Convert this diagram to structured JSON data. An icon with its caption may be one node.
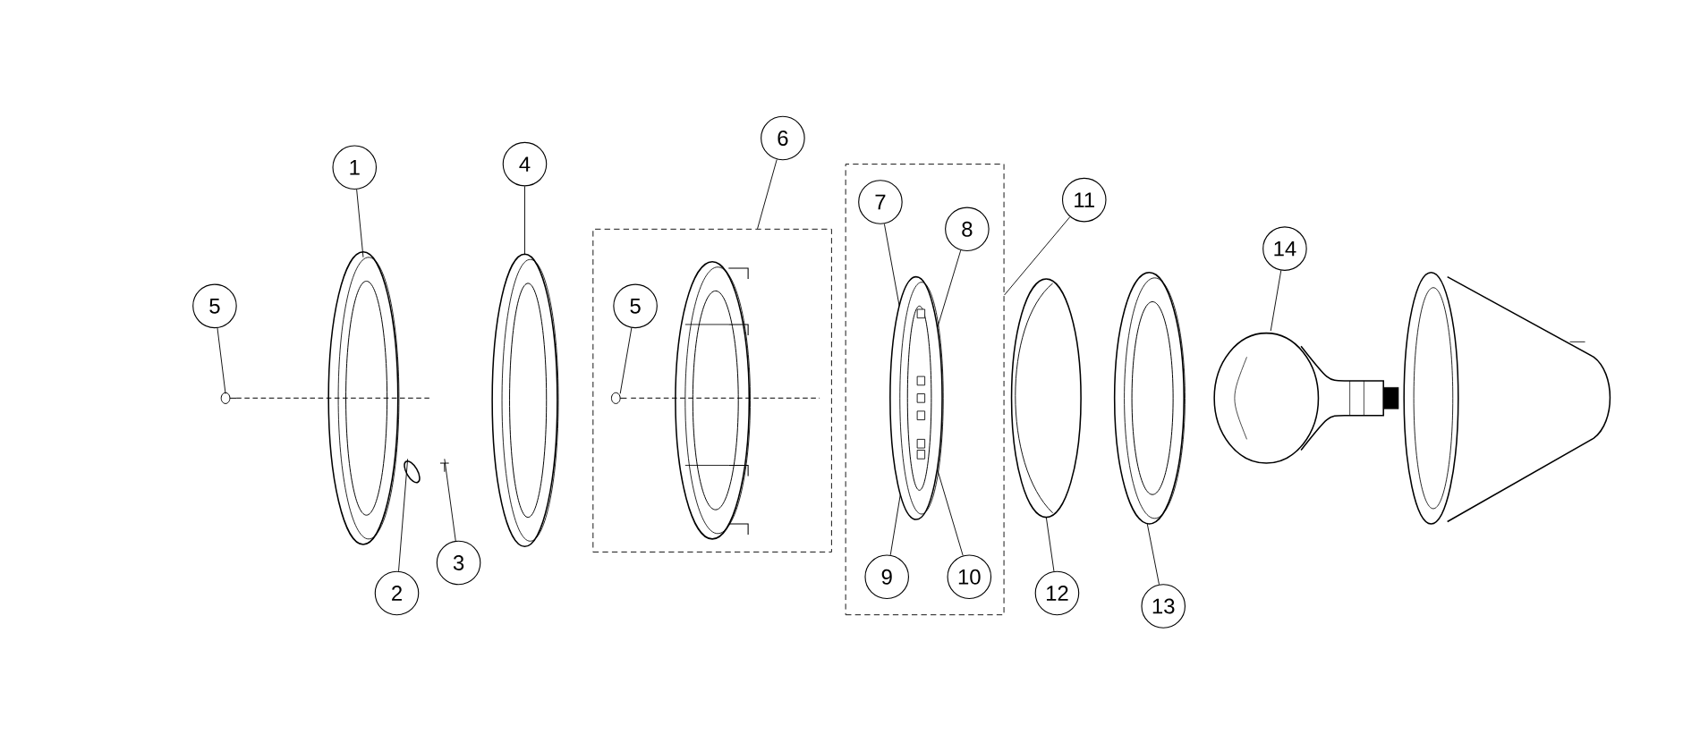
{
  "diagram": {
    "nodes": [
      {
        "text": [
          "1"
        ]
      },
      {
        "text": [
          "5"
        ]
      },
      {
        "text": [],
        "shape": "picture"
      },
      {
        "text": [],
        "shape": "picture"
      },
      {
        "text": [],
        "shape": "picture"
      },
      {
        "text": [],
        "shape": "picture"
      },
      {
        "text": [
          "2"
        ]
      },
      {
        "text": [
          "3"
        ]
      },
      {
        "text": [
          "4"
        ]
      },
      {
        "text": [],
        "shape": "picture"
      },
      {
        "text": [
          "6"
        ]
      },
      {
        "text": [],
        "shape": "box"
      },
      {
        "text": [
          "5"
        ],
        "in": 11
      },
      {
        "text": [],
        "shape": "picture",
        "in": 11
      },
      {
        "text": [],
        "shape": "box"
      },
      {
        "text": [
          "7"
        ],
        "in": 14
      },
      {
        "text": [
          "8"
        ],
        "in": 14
      },
      {
        "text": [],
        "shape": "picture",
        "in": 14
      },
      {
        "text": [
          "9"
        ],
        "in": 14
      },
      {
        "text": [
          "10"
        ],
        "in": 14
      },
      {
        "text": [
          "11"
        ]
      },
      {
        "text": [],
        "shape": "picture"
      },
      {
        "text": [
          "12"
        ]
      },
      {
        "text": [],
        "shape": "picture"
      },
      {
        "text": [
          "13"
        ]
      },
      {
        "text": [
          "14"
        ]
      },
      {
        "text": [],
        "shape": "picture"
      }
    ],
    "edges": [
      {
        "from": 0,
        "to": 2,
        "arrow": "none"
      },
      {
        "from": 1,
        "to": 3,
        "arrow": "none"
      },
      {
        "from": 6,
        "to": 4,
        "arrow": "none"
      },
      {
        "from": 7,
        "to": 5,
        "arrow": "none"
      },
      {
        "from": 8,
        "to": 9,
        "arrow": "none"
      },
      {
        "from": 10,
        "to": 11,
        "arrow": "none"
      },
      {
        "from": 12,
        "to": 13,
        "arrow": "none"
      },
      {
        "from": 15,
        "to": 17,
        "arrow": "none"
      },
      {
        "from": 16,
        "to": 17,
        "arrow": "none"
      },
      {
        "from": 18,
        "to": 17,
        "arrow": "none"
      },
      {
        "from": 19,
        "to": 17,
        "arrow": "none"
      },
      {
        "from": 20,
        "to": 14,
        "arrow": "none"
      },
      {
        "from": 22,
        "to": 21,
        "arrow": "none"
      },
      {
        "from": 24,
        "to": 23,
        "arrow": "none"
      },
      {
        "from": 25,
        "to": 26,
        "arrow": "none"
      }
    ]
  }
}
